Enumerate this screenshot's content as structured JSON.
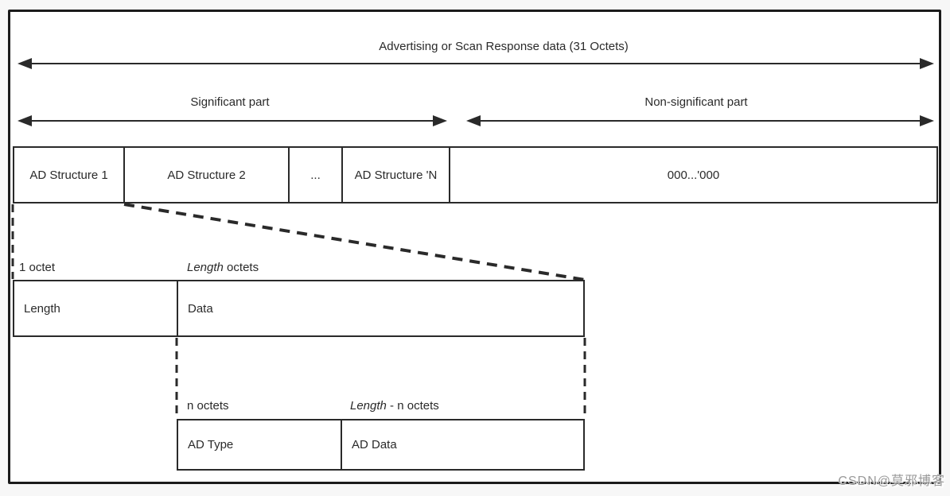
{
  "diagram": {
    "title": "Advertising or Scan Response data (31 Octets)",
    "significant_label": "Significant part",
    "non_significant_label": "Non-significant part",
    "ad_structures": [
      "AD Structure 1",
      "AD Structure 2",
      "...",
      "AD Structure 'N",
      "000...'000"
    ],
    "length_data_row": {
      "octet_label": "1 octet",
      "length_octets_italic": "Length",
      "length_octets_rest": " octets",
      "cells": [
        "Length",
        "Data"
      ]
    },
    "ad_type_row": {
      "n_octets_label": "n octets",
      "length_n_italic": "Length",
      "length_n_rest": " - n octets",
      "cells": [
        "AD Type",
        "AD Data"
      ]
    }
  },
  "watermark": "CSDN@莫邪博客",
  "colors": {
    "ink": "#2a2a2a",
    "frame": "#1b1b1b",
    "watermark": "#9a9a9a",
    "background": "#f7f7f7",
    "canvas": "#ffffff"
  }
}
